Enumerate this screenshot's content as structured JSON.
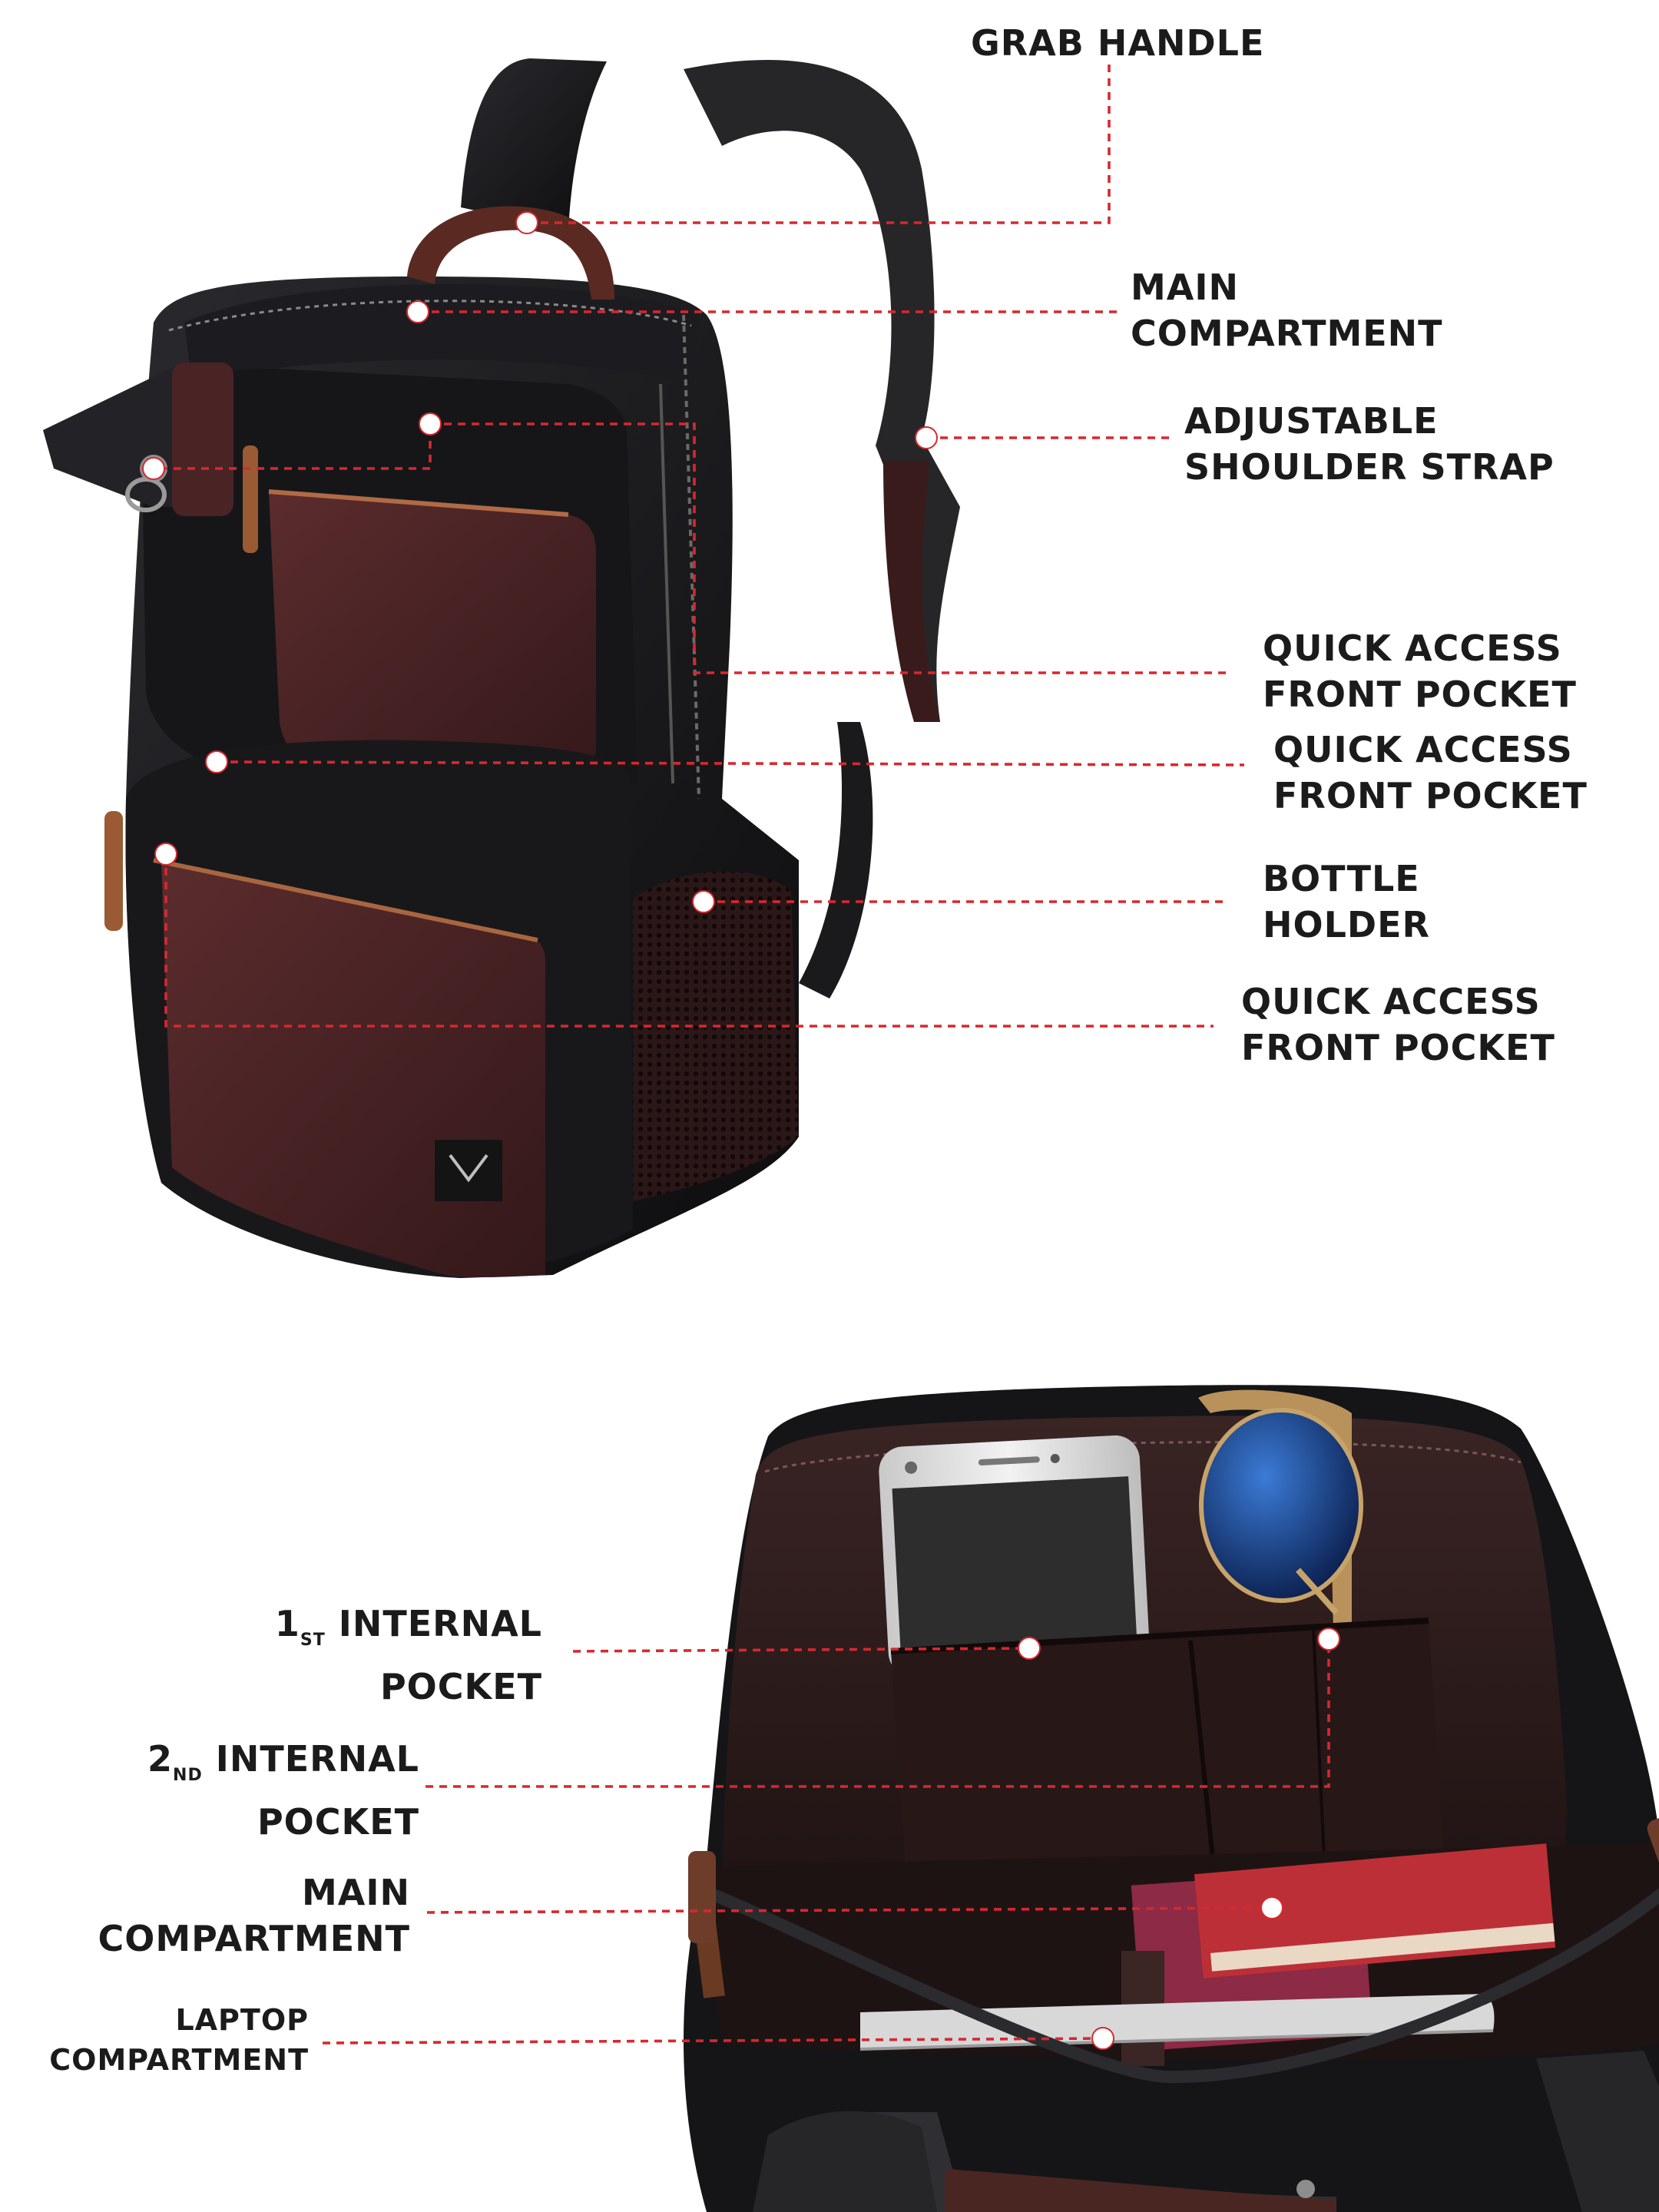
{
  "colors": {
    "accent": "#d7282f",
    "label_text": "#1b1b1b",
    "canvas_bg": "#0f0f0f",
    "leather": "#4a2324",
    "tan_trim": "#8b4a2b"
  },
  "top_callouts": [
    {
      "id": "grab-handle",
      "lines": [
        "GRAB HANDLE"
      ]
    },
    {
      "id": "main-compartment",
      "lines": [
        "MAIN",
        "COMPARTMENT"
      ]
    },
    {
      "id": "adjustable-shoulder-strap",
      "lines": [
        "ADJUSTABLE",
        "SHOULDER STRAP"
      ]
    },
    {
      "id": "quick-access-front-pocket-1",
      "lines": [
        "QUICK ACCESS",
        "FRONT POCKET"
      ]
    },
    {
      "id": "quick-access-front-pocket-2",
      "lines": [
        "QUICK ACCESS",
        "FRONT POCKET"
      ]
    },
    {
      "id": "bottle-holder",
      "lines": [
        "BOTTLE",
        "HOLDER"
      ]
    },
    {
      "id": "quick-access-front-pocket-3",
      "lines": [
        "QUICK ACCESS",
        "FRONT POCKET"
      ]
    }
  ],
  "bottom_callouts": [
    {
      "id": "first-internal-pocket",
      "num": "1",
      "suffix": "ST",
      "line1_rest": " INTERNAL",
      "line2": "POCKET"
    },
    {
      "id": "second-internal-pocket",
      "num": "2",
      "suffix": "ND",
      "line1_rest": " INTERNAL",
      "line2": "POCKET"
    },
    {
      "id": "inner-main-compartment",
      "lines": [
        "MAIN",
        "COMPARTMENT"
      ]
    },
    {
      "id": "laptop-compartment",
      "lines": [
        "LAPTOP",
        "COMPARTMENT"
      ]
    }
  ]
}
